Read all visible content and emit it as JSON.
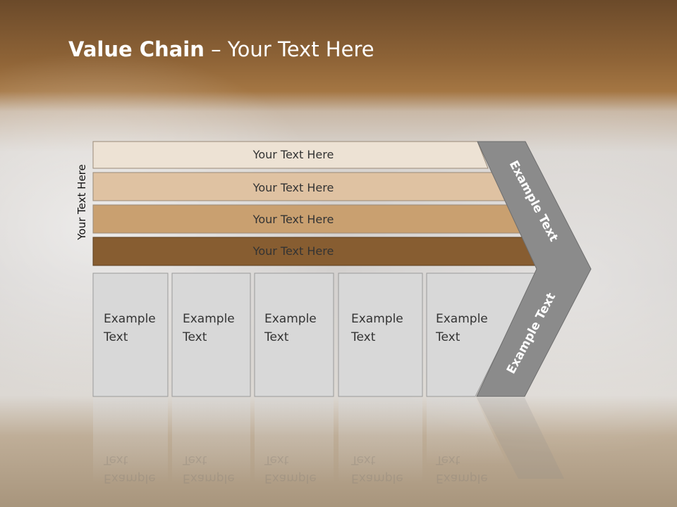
{
  "slide": {
    "title_bold": "Value Chain",
    "title_rest": " – Your Text Here",
    "vertical_label": "Your Text Here"
  },
  "bands": [
    {
      "label": "Your Text Here",
      "color": "#ede2d4"
    },
    {
      "label": "Your Text Here",
      "color": "#dfc2a2"
    },
    {
      "label": "Your Text Here",
      "color": "#c9a070"
    },
    {
      "label": "Your Text Here",
      "color": "#875d31"
    }
  ],
  "cells": [
    {
      "line1": "Example",
      "line2": "Text"
    },
    {
      "line1": "Example",
      "line2": "Text"
    },
    {
      "line1": "Example",
      "line2": "Text"
    },
    {
      "line1": "Example",
      "line2": "Text"
    },
    {
      "line1": "Example",
      "line2": "Text"
    }
  ],
  "chevron": {
    "upper_label": "Example Text",
    "lower_label": "Example Text",
    "color": "#8b8b8b"
  },
  "colors": {
    "header_brown": "#8a5a2c",
    "cell_fill": "#d8d8d8",
    "cell_border": "#9a9a9a"
  }
}
